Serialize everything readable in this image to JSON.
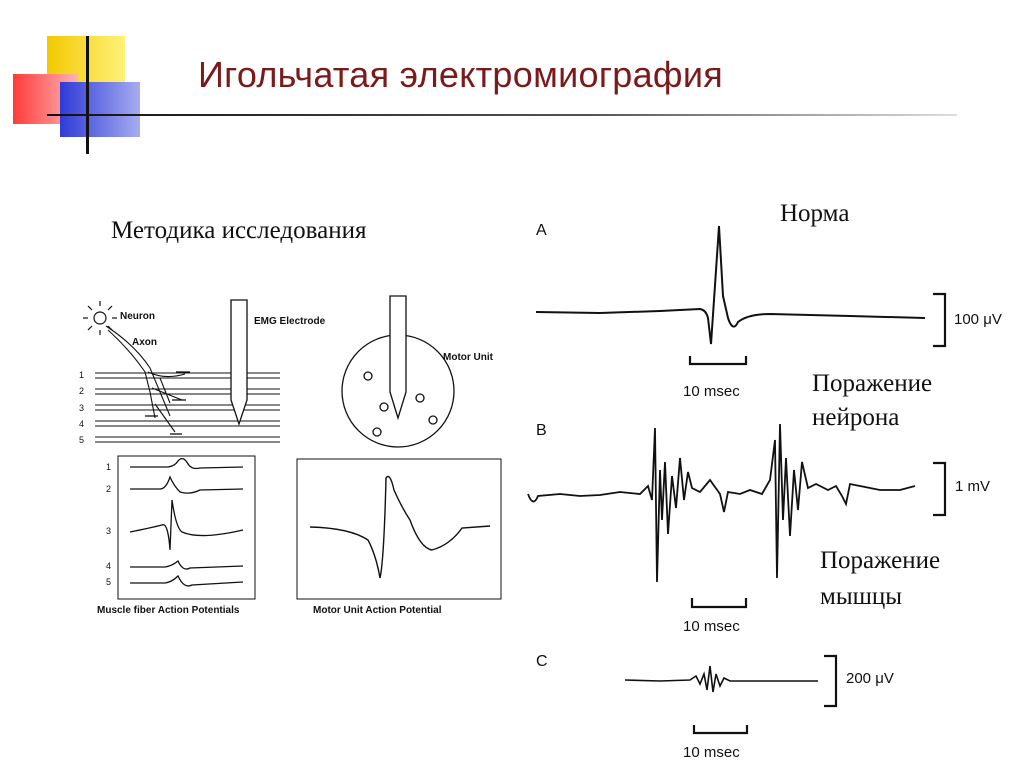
{
  "slide": {
    "title": "Игольчатая электромиография",
    "method_label": "Методика исследования"
  },
  "diagram": {
    "neuron_label": "Neuron",
    "axon_label": "Axon",
    "electrode_label": "EMG Electrode",
    "motor_unit_label": "Motor Unit",
    "fiber_numbers": [
      "1",
      "2",
      "3",
      "4",
      "5"
    ],
    "muscle_caption": "Muscle fiber Action Potentials",
    "mua_caption": "Motor Unit Action Potential"
  },
  "traces": {
    "a": {
      "letter": "A",
      "caption": "Норма",
      "scale": "100 μV",
      "time": "10 msec"
    },
    "b": {
      "letter": "B",
      "caption": "Поражение нейрона",
      "caption_line1": "Поражение",
      "caption_line2": "нейрона",
      "scale": "1 mV",
      "time": "10 msec"
    },
    "c": {
      "letter": "C",
      "caption": "Поражение мышцы",
      "caption_line1": "Поражение",
      "caption_line2": "мышцы",
      "scale": "200 μV",
      "time": "10 msec"
    }
  },
  "colors": {
    "title": "#7a1a1a",
    "accent_yellow": "#f3c800",
    "accent_red": "#ff3b3b",
    "accent_blue": "#2f3bd6",
    "ink": "#111111"
  }
}
